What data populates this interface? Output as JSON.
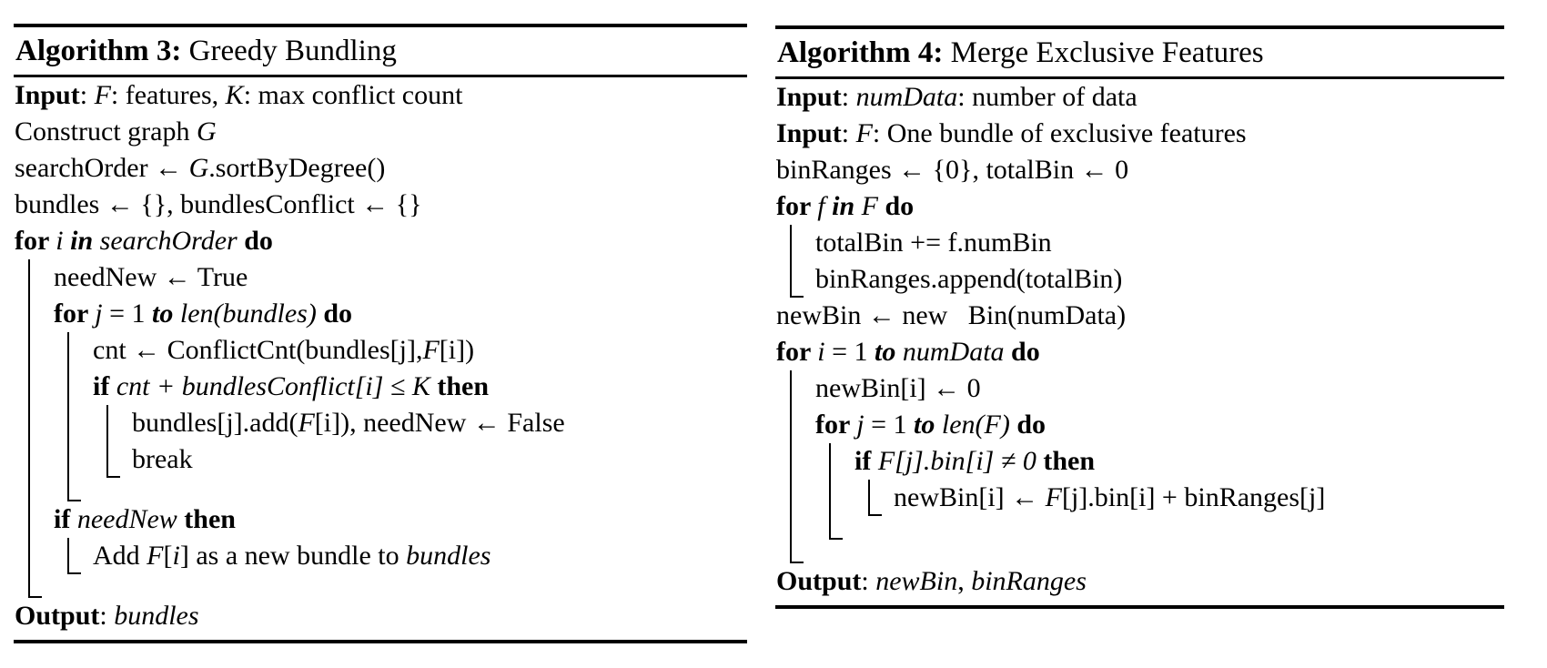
{
  "page": {
    "background": "#ffffff",
    "text_color": "#000000",
    "rule_color": "#000000"
  },
  "algorithms": [
    {
      "name": "greedy-bundling",
      "title_label": "Algorithm 3: ",
      "title_text": "Greedy Bundling",
      "rows": [
        {
          "lvl": 0,
          "bars": 0,
          "feet": [],
          "segs": [
            [
              "b",
              "Input"
            ],
            [
              "n",
              ": "
            ],
            [
              "i",
              "F"
            ],
            [
              "n",
              ": features, "
            ],
            [
              "i",
              "K"
            ],
            [
              "n",
              ": max conflict count"
            ]
          ]
        },
        {
          "lvl": 0,
          "bars": 0,
          "feet": [],
          "segs": [
            [
              "n",
              "Construct graph "
            ],
            [
              "i",
              "G"
            ]
          ]
        },
        {
          "lvl": 0,
          "bars": 0,
          "feet": [],
          "segs": [
            [
              "n",
              "searchOrder ← "
            ],
            [
              "i",
              "G"
            ],
            [
              "n",
              ".sortByDegree()"
            ]
          ]
        },
        {
          "lvl": 0,
          "bars": 0,
          "feet": [],
          "segs": [
            [
              "n",
              "bundles ← {}, bundlesConflict ← {}"
            ]
          ]
        },
        {
          "lvl": 0,
          "bars": 0,
          "feet": [],
          "segs": [
            [
              "b",
              "for "
            ],
            [
              "i",
              "i "
            ],
            [
              "bi",
              "in "
            ],
            [
              "i",
              "searchOrder "
            ],
            [
              "b",
              "do"
            ]
          ]
        },
        {
          "lvl": 1,
          "bars": 1,
          "feet": [],
          "segs": [
            [
              "n",
              "needNew ← True"
            ]
          ]
        },
        {
          "lvl": 1,
          "bars": 1,
          "feet": [],
          "segs": [
            [
              "b",
              "for "
            ],
            [
              "i",
              "j"
            ],
            [
              "n",
              " = 1 "
            ],
            [
              "bi",
              "to "
            ],
            [
              "i",
              "len(bundles) "
            ],
            [
              "b",
              "do"
            ]
          ]
        },
        {
          "lvl": 2,
          "bars": 2,
          "feet": [],
          "segs": [
            [
              "n",
              "cnt ← ConflictCnt(bundles[j],"
            ],
            [
              "i",
              "F"
            ],
            [
              "n",
              "[i])"
            ]
          ]
        },
        {
          "lvl": 2,
          "bars": 2,
          "feet": [],
          "segs": [
            [
              "b",
              "if "
            ],
            [
              "i",
              "cnt + bundlesConflict[i] ≤ K "
            ],
            [
              "b",
              "then"
            ]
          ]
        },
        {
          "lvl": 3,
          "bars": 3,
          "feet": [],
          "segs": [
            [
              "n",
              "bundles[j].add("
            ],
            [
              "i",
              "F"
            ],
            [
              "n",
              "[i]), needNew ← False"
            ]
          ]
        },
        {
          "lvl": 3,
          "bars": 3,
          "feet": [
            3
          ],
          "segs": [
            [
              "n",
              "break"
            ]
          ]
        },
        {
          "lvl": 2,
          "bars": 2,
          "feet": [
            2
          ],
          "segs": []
        },
        {
          "lvl": 1,
          "bars": 1,
          "feet": [],
          "segs": [
            [
              "b",
              "if "
            ],
            [
              "i",
              "needNew "
            ],
            [
              "b",
              "then"
            ]
          ]
        },
        {
          "lvl": 2,
          "bars": 2,
          "feet": [
            2
          ],
          "segs": [
            [
              "n",
              "Add "
            ],
            [
              "i",
              "F"
            ],
            [
              "n",
              "["
            ],
            [
              "i",
              "i"
            ],
            [
              "n",
              "] as a new bundle to "
            ],
            [
              "i",
              "bundles"
            ]
          ]
        },
        {
          "lvl": 1,
          "bars": 1,
          "feet": [
            1
          ],
          "segs": []
        },
        {
          "lvl": 0,
          "bars": 0,
          "feet": [],
          "segs": [
            [
              "b",
              "Output"
            ],
            [
              "n",
              ": "
            ],
            [
              "i",
              "bundles"
            ]
          ]
        }
      ]
    },
    {
      "name": "merge-exclusive-features",
      "title_label": "Algorithm 4: ",
      "title_text": "Merge Exclusive Features",
      "rows": [
        {
          "lvl": 0,
          "bars": 0,
          "feet": [],
          "segs": [
            [
              "b",
              "Input"
            ],
            [
              "n",
              ": "
            ],
            [
              "i",
              "numData"
            ],
            [
              "n",
              ": number of data"
            ]
          ]
        },
        {
          "lvl": 0,
          "bars": 0,
          "feet": [],
          "segs": [
            [
              "b",
              "Input"
            ],
            [
              "n",
              ": "
            ],
            [
              "i",
              "F"
            ],
            [
              "n",
              ": One bundle of exclusive features"
            ]
          ]
        },
        {
          "lvl": 0,
          "bars": 0,
          "feet": [],
          "segs": [
            [
              "n",
              "binRanges ← {0}, totalBin ← 0"
            ]
          ]
        },
        {
          "lvl": 0,
          "bars": 0,
          "feet": [],
          "segs": [
            [
              "b",
              "for "
            ],
            [
              "i",
              "f "
            ],
            [
              "bi",
              "in "
            ],
            [
              "i",
              "F "
            ],
            [
              "b",
              "do"
            ]
          ]
        },
        {
          "lvl": 1,
          "bars": 1,
          "feet": [],
          "segs": [
            [
              "n",
              "totalBin += f.numBin"
            ]
          ]
        },
        {
          "lvl": 1,
          "bars": 1,
          "feet": [
            1
          ],
          "segs": [
            [
              "n",
              "binRanges.append(totalBin)"
            ]
          ]
        },
        {
          "lvl": 0,
          "bars": 0,
          "feet": [],
          "segs": [
            [
              "n",
              "newBin ← new   Bin(numData)"
            ]
          ]
        },
        {
          "lvl": 0,
          "bars": 0,
          "feet": [],
          "segs": [
            [
              "b",
              "for "
            ],
            [
              "i",
              "i"
            ],
            [
              "n",
              " = 1 "
            ],
            [
              "bi",
              "to "
            ],
            [
              "i",
              "numData "
            ],
            [
              "b",
              "do"
            ]
          ]
        },
        {
          "lvl": 1,
          "bars": 1,
          "feet": [],
          "segs": [
            [
              "n",
              "newBin[i] ← 0"
            ]
          ]
        },
        {
          "lvl": 1,
          "bars": 1,
          "feet": [],
          "segs": [
            [
              "b",
              "for "
            ],
            [
              "i",
              "j"
            ],
            [
              "n",
              " = 1 "
            ],
            [
              "bi",
              "to "
            ],
            [
              "i",
              "len(F) "
            ],
            [
              "b",
              "do"
            ]
          ]
        },
        {
          "lvl": 2,
          "bars": 2,
          "feet": [],
          "segs": [
            [
              "b",
              "if "
            ],
            [
              "i",
              "F[j].bin[i] ≠ 0 "
            ],
            [
              "b",
              "then"
            ]
          ]
        },
        {
          "lvl": 3,
          "bars": 3,
          "feet": [
            3
          ],
          "segs": [
            [
              "n",
              "newBin[i] ← "
            ],
            [
              "i",
              "F"
            ],
            [
              "n",
              "[j].bin[i] + binRanges[j]"
            ]
          ]
        },
        {
          "lvl": 2,
          "bars": 2,
          "feet": [
            2
          ],
          "segs": []
        },
        {
          "lvl": 1,
          "bars": 1,
          "feet": [
            1
          ],
          "segs": []
        },
        {
          "lvl": 0,
          "bars": 0,
          "feet": [],
          "segs": [
            [
              "b",
              "Output"
            ],
            [
              "n",
              ": "
            ],
            [
              "i",
              "newBin"
            ],
            [
              "n",
              ", "
            ],
            [
              "i",
              "binRanges"
            ]
          ]
        }
      ]
    }
  ]
}
